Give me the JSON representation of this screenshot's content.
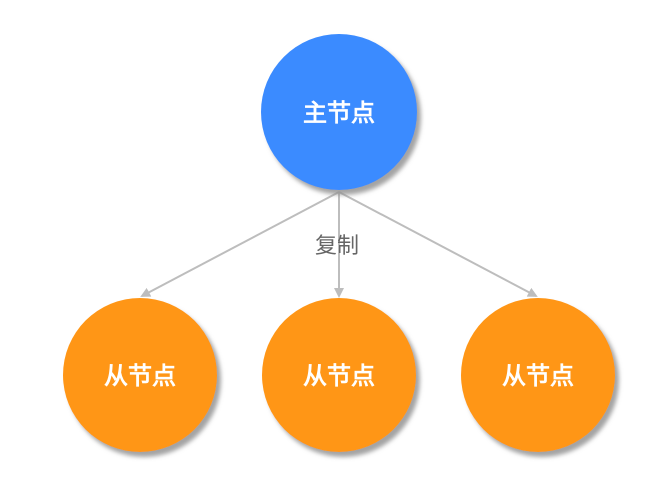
{
  "diagram": {
    "master": {
      "label": "主节点",
      "color": "#3b8bff"
    },
    "edge_label": "复制",
    "slaves": [
      {
        "label": "从节点",
        "color": "#ff9617"
      },
      {
        "label": "从节点",
        "color": "#ff9617"
      },
      {
        "label": "从节点",
        "color": "#ff9617"
      }
    ],
    "line_color": "#bdbdbd"
  }
}
